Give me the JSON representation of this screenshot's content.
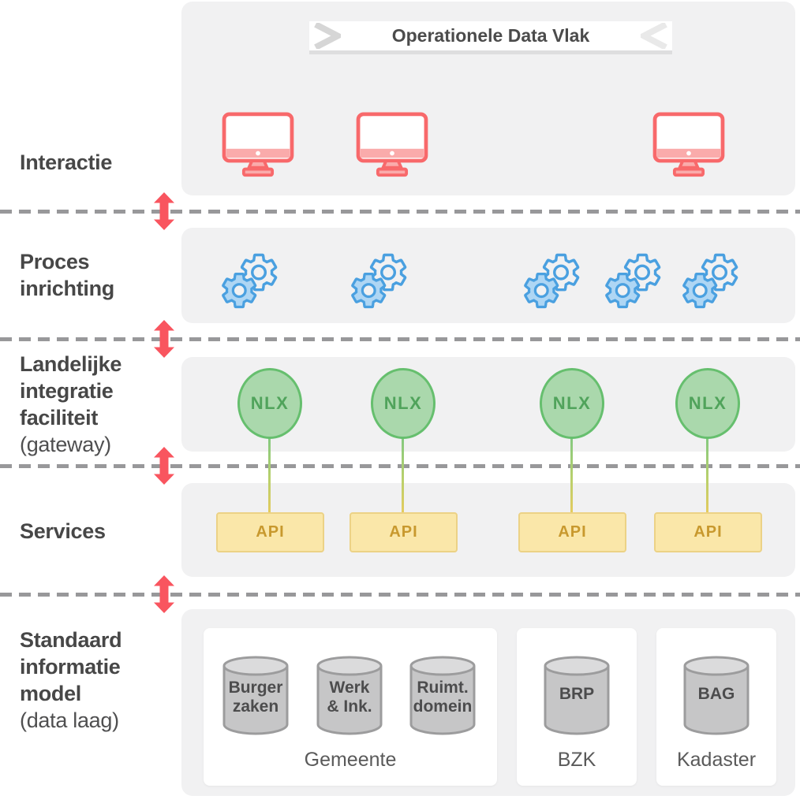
{
  "banner": {
    "title": "Operationele Data Vlak"
  },
  "layers": [
    {
      "id": "interactie",
      "label": "Interactie",
      "sublabel": ""
    },
    {
      "id": "proces-inrichting",
      "label": "Proces\ninrichting",
      "sublabel": ""
    },
    {
      "id": "landelijke-integratie-faciliteit",
      "label": "Landelijke\nintegratie\nfaciliteit",
      "sublabel": "(gateway)"
    },
    {
      "id": "services",
      "label": "Services",
      "sublabel": ""
    },
    {
      "id": "standaard-informatie-model",
      "label": "Standaard\ninformatie\nmodel",
      "sublabel": "(data laag)"
    }
  ],
  "nlx": {
    "label": "NLX",
    "count": 4
  },
  "api": {
    "label": "API",
    "count": 4
  },
  "datasources": {
    "cards": [
      {
        "name": "Gemeente",
        "databases": [
          "Burger\nzaken",
          "Werk\n& Ink.",
          "Ruimt.\ndomein"
        ]
      },
      {
        "name": "BZK",
        "databases": [
          "BRP"
        ]
      },
      {
        "name": "Kadaster",
        "databases": [
          "BAG"
        ]
      }
    ]
  },
  "icons": {
    "monitor": "monitor-icon",
    "gears": "process-gears-icon",
    "double_arrow": "double-arrow-icon",
    "database": "database-cylinder-icon",
    "ribbon_chevrons": "ribbon-fold-chevron-icon"
  },
  "counts": {
    "monitors": 3,
    "gear_clusters": 5,
    "separators": 4
  },
  "colors": {
    "panel_bg": "#f1f1f2",
    "accent_red": "#f8696b",
    "monitor_pink": "#faabab",
    "arrow_red": "#f9555f",
    "dash_gray": "#98989a",
    "gear_blue": "#4aa0e0",
    "gear_blue_light": "#aed6f4",
    "nlx_fill": "#aad8ac",
    "nlx_border": "#66bf6e",
    "nlx_text": "#50a35b",
    "api_fill": "#fae7a9",
    "api_border": "#ecd286",
    "api_text": "#c8992e",
    "connector_green": "#82c981",
    "connector_yellow": "#e6cb5e",
    "cylinder_fill": "#c6c6c7",
    "cylinder_top": "#dbdbdc",
    "cylinder_border": "#9c9c9d",
    "label_text": "#474747",
    "card_bg": "#ffffff"
  }
}
